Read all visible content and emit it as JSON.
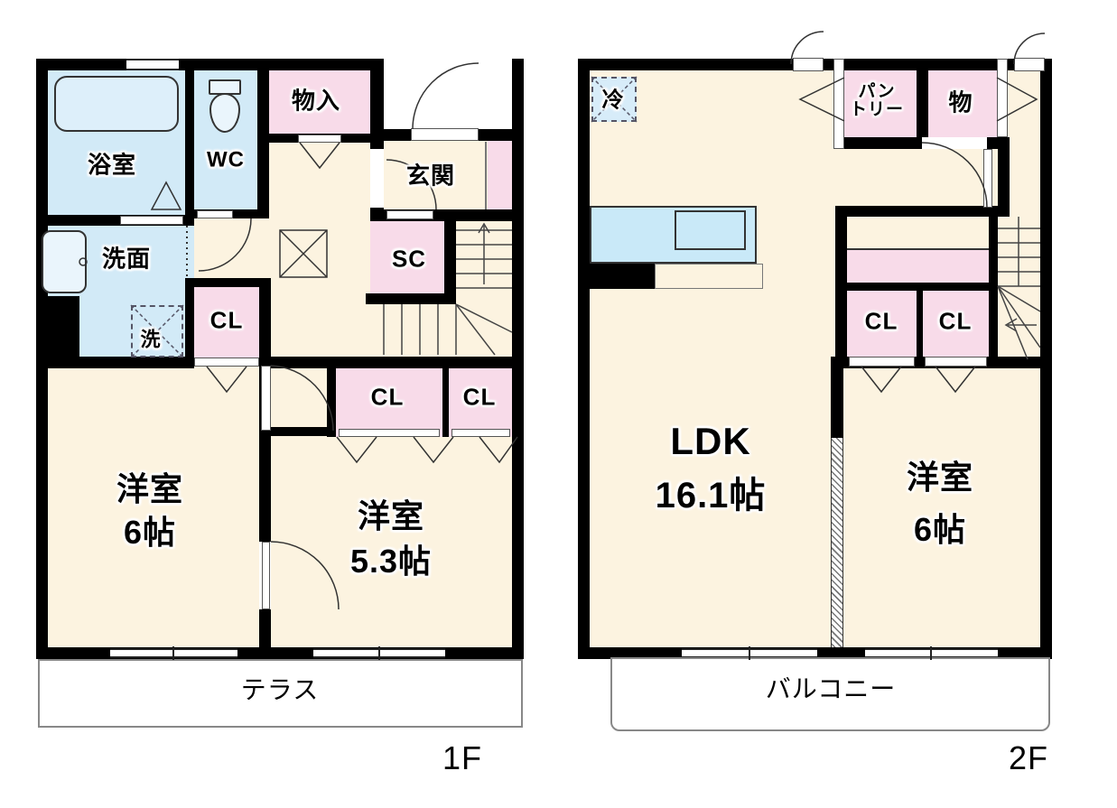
{
  "floor1": {
    "floor_label": "1F",
    "bath": "浴室",
    "wc": "WC",
    "storage": "物入",
    "entrance": "玄関",
    "shoe_closet": "SC",
    "washroom": "洗面",
    "washer": "洗",
    "closet1": "CL",
    "closet2": "CL",
    "closet3": "CL",
    "bedroom1_name": "洋室",
    "bedroom1_size": "6帖",
    "bedroom2_name": "洋室",
    "bedroom2_size": "5.3帖",
    "terrace": "テラス"
  },
  "floor2": {
    "floor_label": "2F",
    "fridge": "冷",
    "pantry_line1": "パン",
    "pantry_line2": "トリー",
    "storage": "物",
    "closet1": "CL",
    "closet2": "CL",
    "ldk_name": "LDK",
    "ldk_size": "16.1帖",
    "bedroom_name": "洋室",
    "bedroom_size": "6帖",
    "balcony": "バルコニー"
  },
  "colors": {
    "floor": "#fcf3e0",
    "closet_pink": "#f8dbe9",
    "water_blue": "#d2eaf7",
    "wall": "#000000",
    "outline_gray": "#888888"
  }
}
